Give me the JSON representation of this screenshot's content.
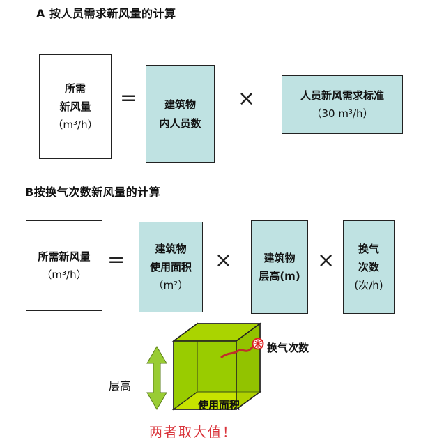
{
  "section_a": {
    "heading": "A  按人员需求新风量的计算",
    "box1": [
      "所需",
      "新风量",
      "（m³/h）"
    ],
    "equals": "=",
    "box2": [
      "建筑物",
      "内人员数"
    ],
    "times": "×",
    "box3": [
      "人员新风需求标准",
      "（30 m³/h）"
    ]
  },
  "section_b": {
    "heading": "B按换气次数新风量的计算",
    "box1": [
      "所需新风量",
      "（m³/h）"
    ],
    "equals": "=",
    "box2": [
      "建筑物",
      "使用面积",
      "（m²）"
    ],
    "times1": "×",
    "box3": [
      "建筑物",
      "层高(m)"
    ],
    "times2": "×",
    "box4": [
      "换气",
      "次数",
      "(次/h)"
    ]
  },
  "illustration": {
    "height_label": "层高",
    "air_change_label": "换气次数",
    "area_label": "使用面积",
    "conclusion": "两者取大值！",
    "colors": {
      "cube_face": "#99cc00",
      "cube_floor": "#ffff00",
      "arrow": "#99cc33",
      "conclusion": "#d9343b",
      "box_fill": "#bfe2e2"
    }
  }
}
